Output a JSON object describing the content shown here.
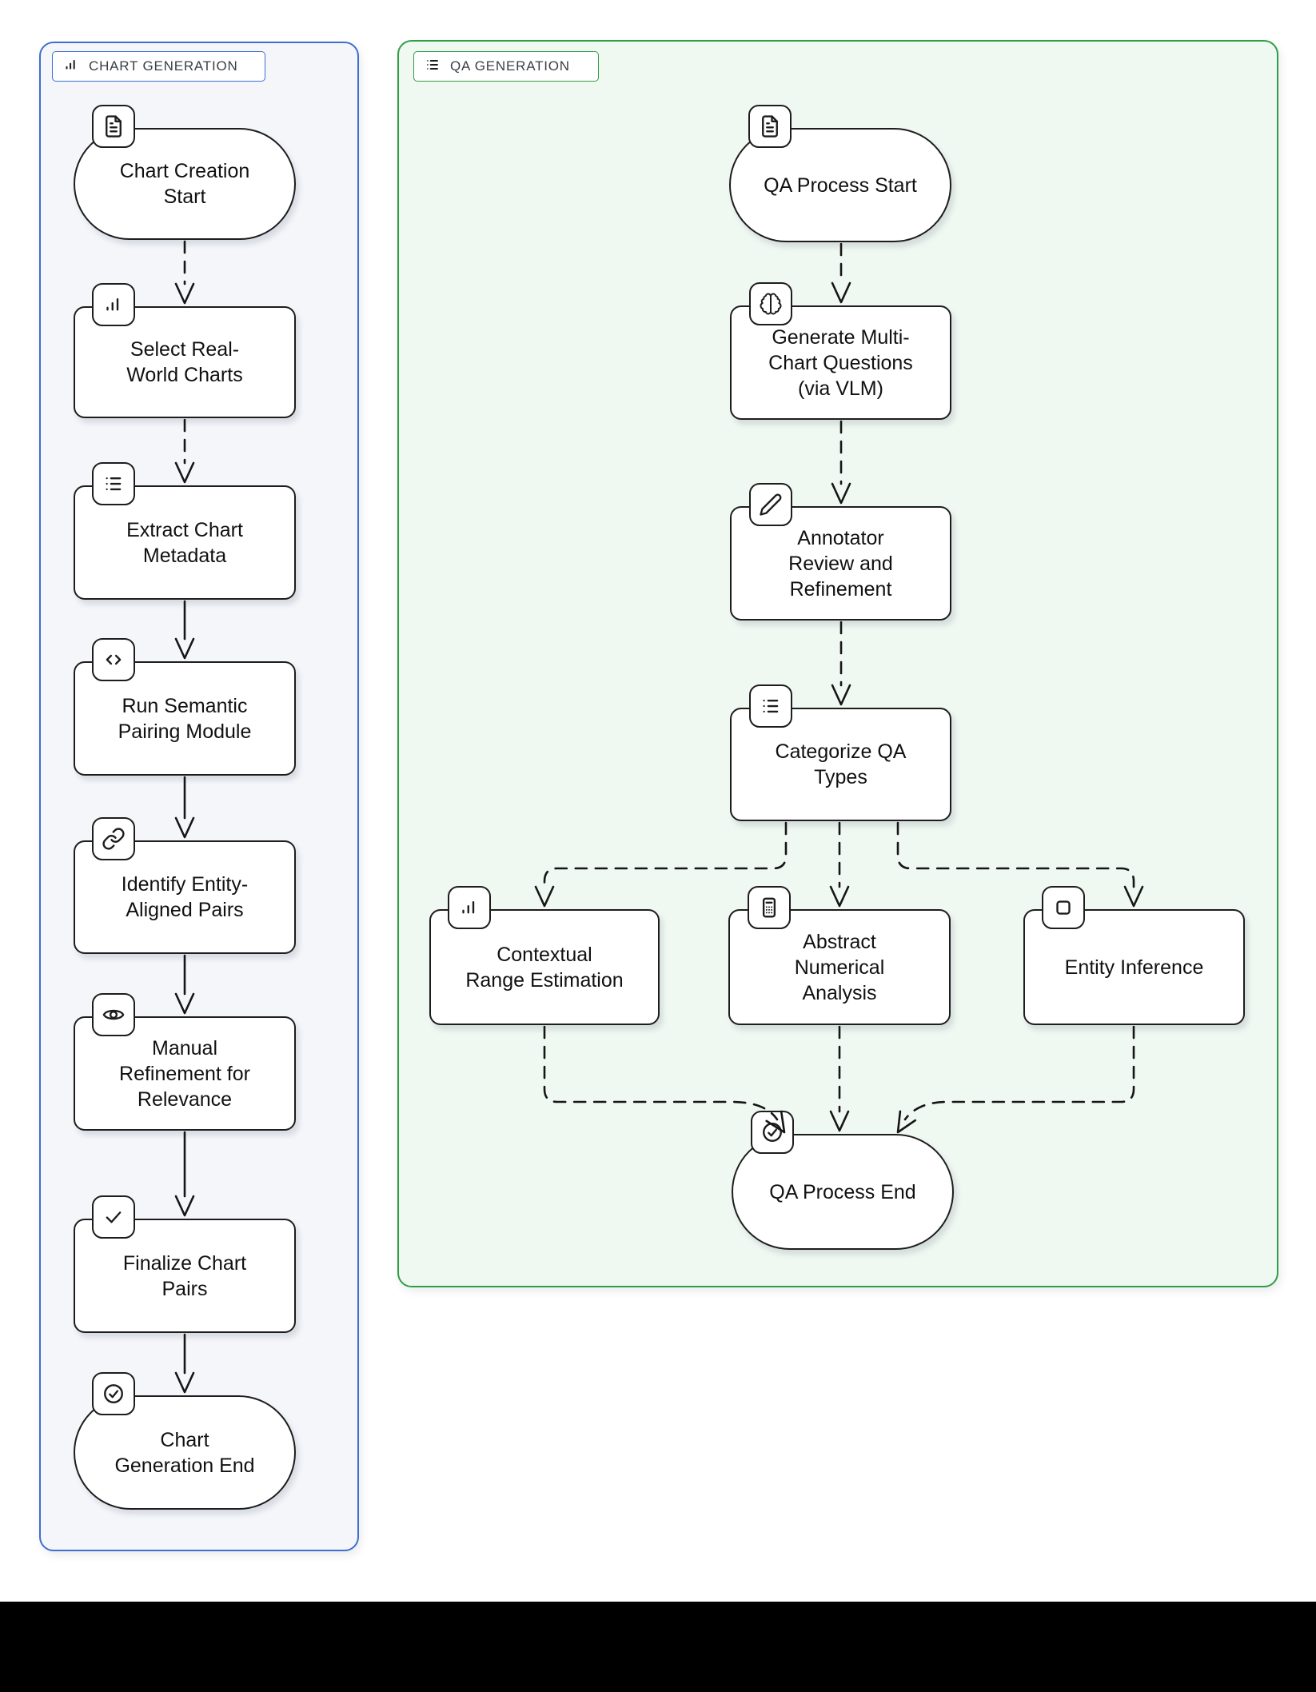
{
  "diagram": {
    "chart_generation": {
      "title": "CHART GENERATION",
      "accent": "#3f6ed0",
      "background": "#f4f6fa",
      "nodes": [
        {
          "id": "chart-creation-start",
          "label": "Chart Creation\nStart",
          "icon": "document-icon",
          "shape": "stadium"
        },
        {
          "id": "select-real-world-charts",
          "label": "Select Real-\nWorld Charts",
          "icon": "bar-chart-icon",
          "shape": "process"
        },
        {
          "id": "extract-chart-metadata",
          "label": "Extract Chart\nMetadata",
          "icon": "list-icon",
          "shape": "process"
        },
        {
          "id": "run-semantic-pairing-module",
          "label": "Run Semantic\nPairing Module",
          "icon": "code-icon",
          "shape": "process"
        },
        {
          "id": "identify-entity-aligned-pairs",
          "label": "Identify Entity-\nAligned Pairs",
          "icon": "link-icon",
          "shape": "process"
        },
        {
          "id": "manual-refinement-for-relevance",
          "label": "Manual\nRefinement for\nRelevance",
          "icon": "eye-icon",
          "shape": "process"
        },
        {
          "id": "finalize-chart-pairs",
          "label": "Finalize Chart\nPairs",
          "icon": "check-icon",
          "shape": "process"
        },
        {
          "id": "chart-generation-end",
          "label": "Chart\nGeneration End",
          "icon": "check-circle-icon",
          "shape": "stadium"
        }
      ]
    },
    "qa_generation": {
      "title": "QA GENERATION",
      "accent": "#2f9e44",
      "background": "#f0f8f2",
      "nodes": [
        {
          "id": "qa-process-start",
          "label": "QA Process Start",
          "icon": "document-icon",
          "shape": "stadium"
        },
        {
          "id": "generate-multi-chart-questions",
          "label": "Generate Multi-\nChart Questions\n(via VLM)",
          "icon": "brain-icon",
          "shape": "process"
        },
        {
          "id": "annotator-review-and-refinement",
          "label": "Annotator\nReview and\nRefinement",
          "icon": "pencil-icon",
          "shape": "process"
        },
        {
          "id": "categorize-qa-types",
          "label": "Categorize QA\nTypes",
          "icon": "list-icon",
          "shape": "process"
        },
        {
          "id": "contextual-range-estimation",
          "label": "Contextual\nRange Estimation",
          "icon": "bar-chart-icon",
          "shape": "process"
        },
        {
          "id": "abstract-numerical-analysis",
          "label": "Abstract\nNumerical\nAnalysis",
          "icon": "calculator-icon",
          "shape": "process"
        },
        {
          "id": "entity-inference",
          "label": "Entity Inference",
          "icon": "square-icon",
          "shape": "process"
        },
        {
          "id": "qa-process-end",
          "label": "QA Process End",
          "icon": "check-circle-icon",
          "shape": "stadium"
        }
      ]
    },
    "footer_bar_color": "#000000"
  }
}
